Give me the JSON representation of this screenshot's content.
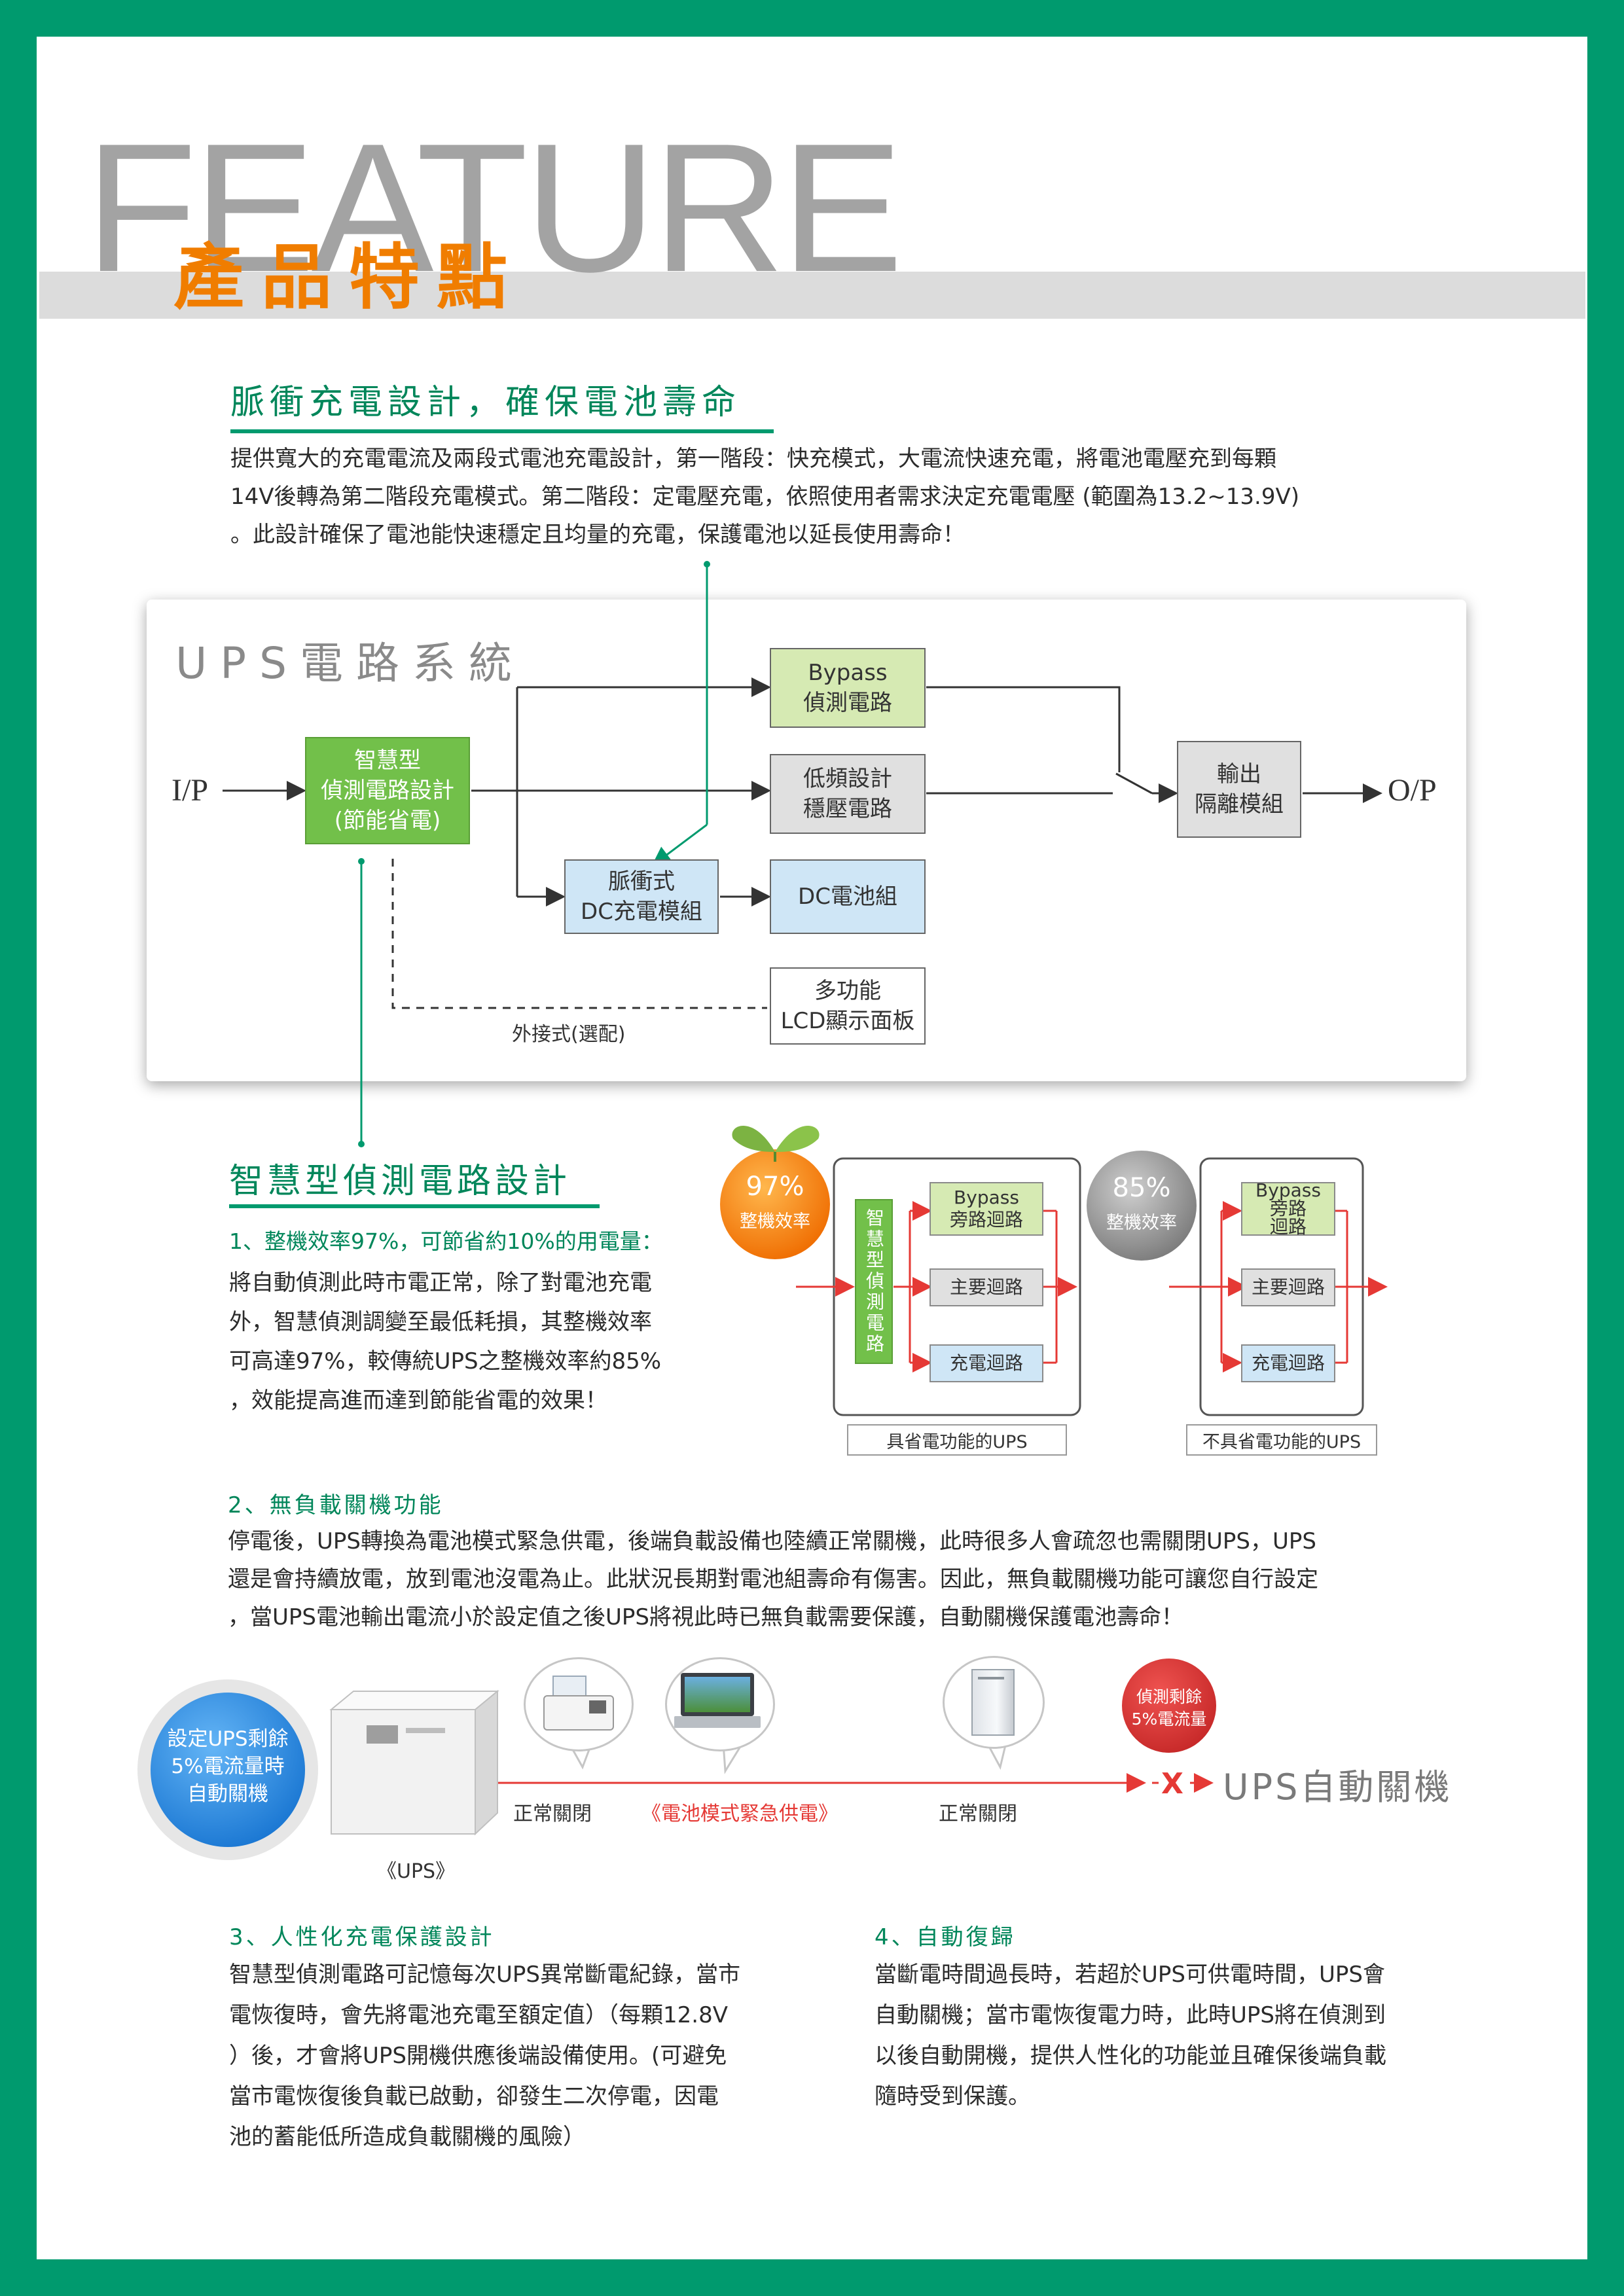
{
  "header": {
    "feature_word": "FEATURE",
    "title_zh": "產品特點"
  },
  "section1": {
    "title": "脈衝充電設計，確保電池壽命",
    "paragraph_lines": [
      "提供寬大的充電電流及兩段式電池充電設計，第一階段：快充模式，大電流快速充電，將電池電壓充到每顆",
      "14V後轉為第二階段充電模式。第二階段：定電壓充電，依照使用者需求決定充電電壓 (範圍為13.2~13.9V)",
      "。此設計確保了電池能快速穩定且均量的充電，保護電池以延長使用壽命！"
    ]
  },
  "diagram": {
    "title": "UPS電路系統",
    "input_label": "I/P",
    "output_label": "O/P",
    "smart_block": "智慧型\n偵測電路設計\n(節能省電)",
    "bypass_block": "Bypass\n偵測電路",
    "lowfreq_block": "低頻設計\n穩壓電路",
    "pulse_block": "脈衝式\nDC充電模組",
    "battery_block": "DC電池組",
    "output_block": "輸出\n隔離模組",
    "lcd_block": "多功能\nLCD顯示面板",
    "external_note": "外接式(選配)"
  },
  "section2": {
    "title": "智慧型偵測電路設計",
    "point1_heading": "1、整機效率97%，可節省約10%的用電量：",
    "point1_lines": [
      "將自動偵測此時市電正常，除了對電池充電",
      "外，智慧偵測調變至最低耗損，其整機效率",
      "可高達97%，較傳統UPS之整機效率約85%",
      "，效能提高進而達到節能省電的效果！"
    ],
    "eff_left": {
      "percent": "97%",
      "label": "整機效率",
      "smart_vertical": "智慧型偵測電路",
      "bypass": "Bypass\n旁路迴路",
      "main": "主要迴路",
      "charge": "充電迴路",
      "caption": "具省電功能的UPS"
    },
    "eff_right": {
      "percent": "85%",
      "label": "整機效率",
      "bypass": "Bypass\n旁路\n迴路",
      "main": "主要迴路",
      "charge": "充電迴路",
      "caption": "不具省電功能的UPS"
    }
  },
  "section3": {
    "heading": "2、無負載關機功能",
    "paragraph_lines": [
      "停電後，UPS轉換為電池模式緊急供電，後端負載設備也陸續正常關機，此時很多人會疏忽也需關閉UPS，UPS",
      "還是會持續放電，放到電池沒電為止。此狀況長期對電池組壽命有傷害。因此，無負載關機功能可讓您自行設定",
      "，當UPS電池輸出電流小於設定值之後UPS將視此時已無負載需要保護，自動關機保護電池壽命！"
    ],
    "blue_circle": "設定UPS剩餘\n5%電流量時\n自動關機",
    "ups_caption": "《UPS》",
    "normal_off_1": "正常關閉",
    "battery_mode": "《電池模式緊急供電》",
    "normal_off_2": "正常關閉",
    "red_circle": "偵測剩餘\n5%電流量",
    "auto_off": "UPS自動關機",
    "x_mark": "X"
  },
  "section4": {
    "heading": "3、人性化充電保護設計",
    "lines": [
      "智慧型偵測電路可記憶每次UPS異常斷電紀錄，當市",
      "電恢復時，會先將電池充電至額定值）（每顆12.8V",
      "）後，才會將UPS開機供應後端設備使用。(可避免",
      "當市電恢復後負載已啟動，卻發生二次停電，因電",
      "池的蓄能低所造成負載關機的風險）"
    ]
  },
  "section5": {
    "heading": "4、自動復歸",
    "lines": [
      "當斷電時間過長時，若超於UPS可供電時間，UPS會",
      "自動關機；當市電恢復電力時，此時UPS將在偵測到",
      "以後自動開機，提供人性化的功能並且確保後端負載",
      "隨時受到保護。"
    ]
  },
  "colors": {
    "frame_green": "#009a6e",
    "title_green": "#00865a",
    "orange": "#f07d00",
    "red": "#e53935",
    "blue": "#2f8fd6"
  }
}
